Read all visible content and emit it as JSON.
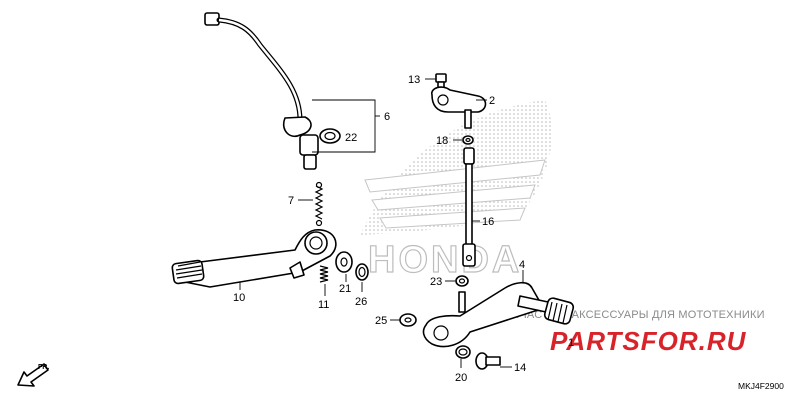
{
  "callouts": {
    "c1": "1",
    "c2": "2",
    "c4": "4",
    "c6": "6",
    "c7": "7",
    "c10": "10",
    "c11": "11",
    "c13": "13",
    "c14": "14",
    "c16": "16",
    "c18": "18",
    "c20": "20",
    "c21": "21",
    "c22": "22",
    "c23": "23",
    "c25": "25",
    "c26": "26"
  },
  "background_logo": {
    "word": "HONDA"
  },
  "direction_marker": {
    "label": "FR."
  },
  "watermark": {
    "tagline": "ЗАПЧАСТИ И АКСЕССУАРЫ ДЛЯ МОТОТЕХНИКИ",
    "logo": "PARTSFOR.RU"
  },
  "diagram_code": "MKJ4F2900"
}
